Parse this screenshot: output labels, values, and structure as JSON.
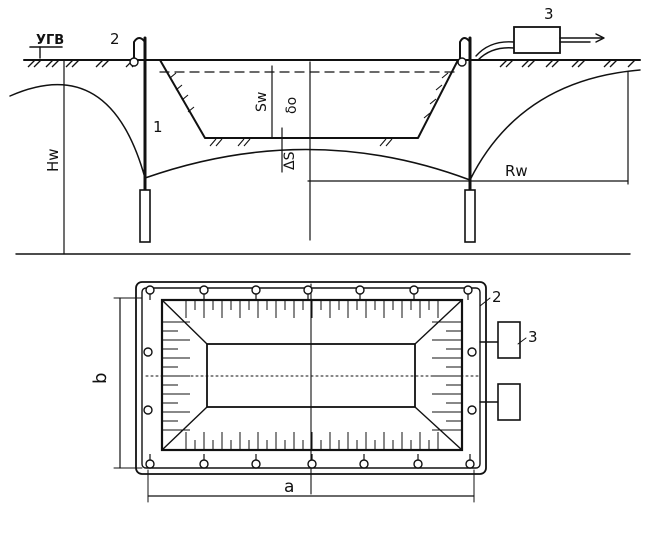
{
  "section": {
    "water_table_label": "УГВ",
    "labels": {
      "wellpoint": "1",
      "collector": "2",
      "pump": "3",
      "head": "Hw",
      "drawdown": "Sw",
      "depth": "δo",
      "residual": "ΔS",
      "radius": "Rw"
    }
  },
  "plan": {
    "labels": {
      "collector": "2",
      "pump": "3",
      "width": "b",
      "length": "a"
    }
  }
}
